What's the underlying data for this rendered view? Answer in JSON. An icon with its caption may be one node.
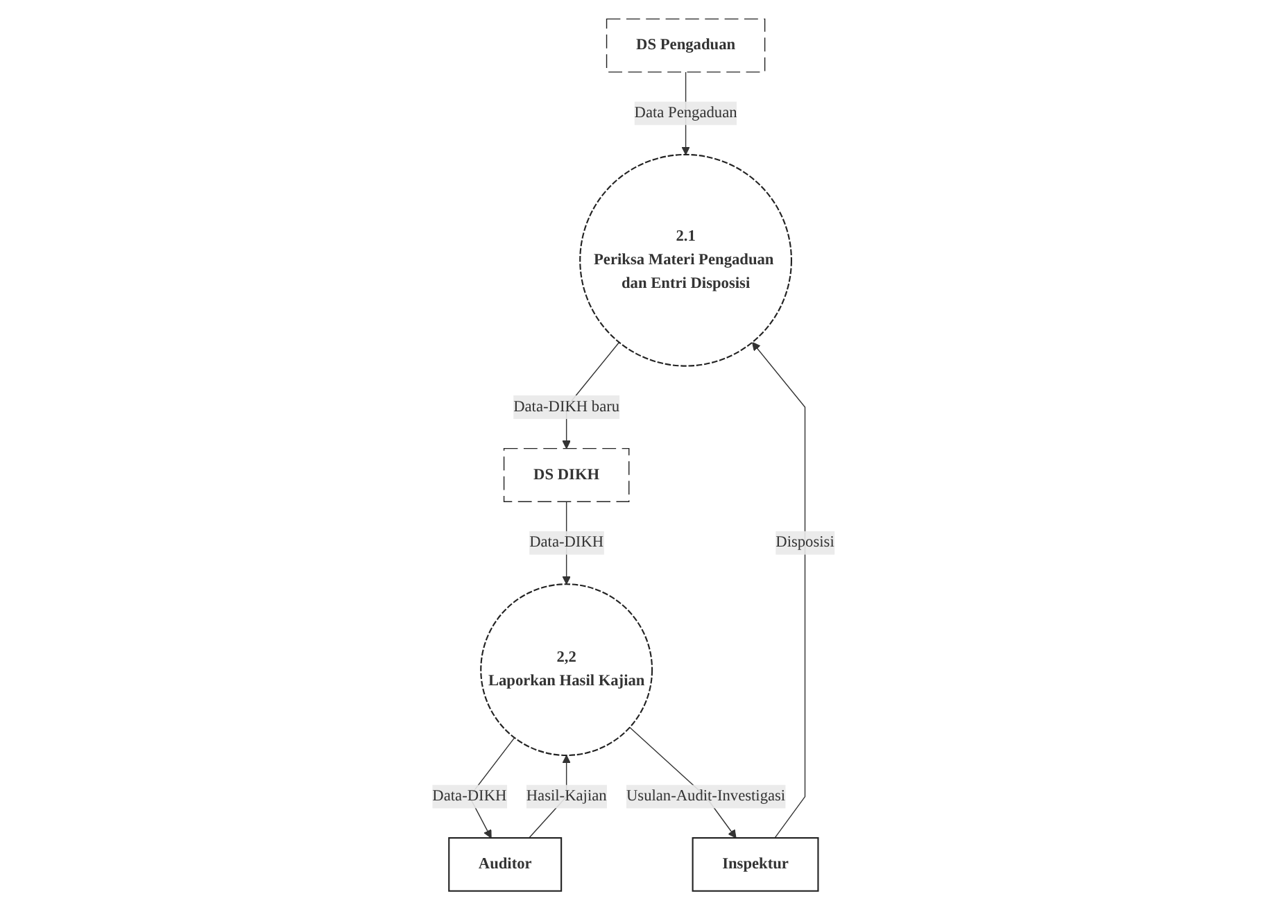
{
  "diagram": {
    "nodes": [
      {
        "text": [
          "DS Pengaduan"
        ]
      },
      {
        "text": [
          "2.1",
          "Periksa Materi Pengaduan dan Entri Disposisi"
        ]
      },
      {
        "text": [
          "Inspektur"
        ]
      },
      {
        "text": [
          "DS DIKH"
        ]
      },
      {
        "text": [
          "Auditor"
        ]
      },
      {
        "text": [
          "2,2",
          "Laporkan Hasil Kajian"
        ]
      }
    ],
    "edges": [
      {
        "from": 0,
        "to": 1,
        "arrow": "to",
        "label": "Data Pengaduan"
      },
      {
        "from": 2,
        "to": 1,
        "arrow": "to",
        "label": "Disposisi"
      },
      {
        "from": 1,
        "to": 3,
        "arrow": "to",
        "label": "Data-DIKH baru"
      },
      {
        "from": 3,
        "to": 5,
        "arrow": "to",
        "label": "Data-DIKH"
      },
      {
        "from": 5,
        "to": 4,
        "arrow": "to",
        "label": "Data-DIKH"
      },
      {
        "from": 4,
        "to": 5,
        "arrow": "to",
        "label": "Hasil-Kajian"
      },
      {
        "from": 5,
        "to": 2,
        "arrow": "to",
        "label": "Usulan-Audit-Investigasi"
      }
    ]
  }
}
